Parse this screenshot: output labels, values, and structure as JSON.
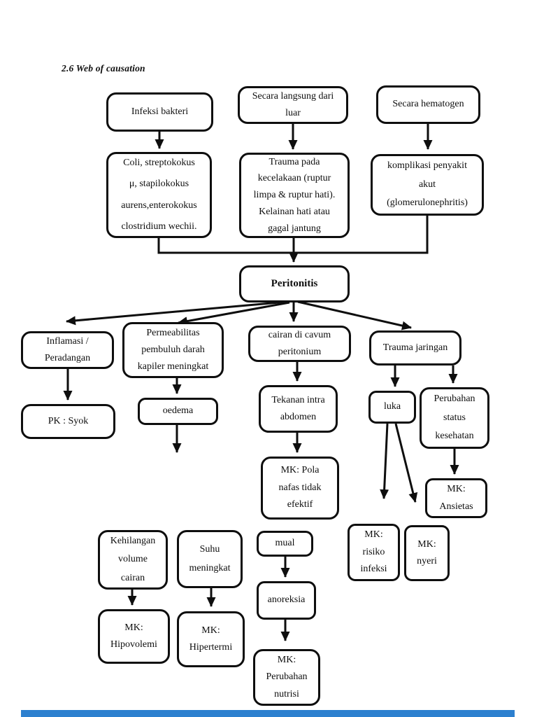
{
  "page": {
    "section_title": "2.6 Web of causation",
    "accent_bar_color": "#2d80cf",
    "line_color": "#0e0e0e",
    "background_color": "#ffffff"
  },
  "nodes": {
    "infeksi_bakteri": "Infeksi bakteri",
    "secara_langsung": "Secara langsung dari\nluar",
    "secara_hematogen": "Secara hematogen",
    "bakteri_list": "Coli, streptokokus\nμ, stapilokokus\naurens,enterokokus\nclostridium wechii.",
    "trauma_kecelakaan": "Trauma pada\nkecelakaan (ruptur\nlimpa & ruptur hati).\nKelainan hati atau\ngagal jantung",
    "komplikasi_penyakit": "komplikasi penyakit\nakut\n(glomerulonephritis)",
    "peritonitis": "Peritonitis",
    "inflamasi": "Inflamasi /\nPeradangan",
    "permeabilitas": "Permeabilitas\npembuluh darah\nkapiler meningkat",
    "cairan_cavum": "cairan di cavum\nperitonium",
    "trauma_jaringan": "Trauma jaringan",
    "pk_syok": "PK : Syok",
    "oedema": "oedema",
    "tekanan_intra": "Tekanan intra\nabdomen",
    "mk_pola_nafas": "MK: Pola\nnafas tidak\nefektif",
    "luka": "luka",
    "perubahan_status": "Perubahan\nstatus\nkesehatan",
    "mk_ansietas": "MK:\nAnsietas",
    "mk_risiko_infeksi": "MK:\nrisiko\ninfeksi",
    "mk_nyeri": "MK:\nnyeri",
    "kehilangan_volume": "Kehilangan\nvolume\ncairan",
    "suhu_meningkat": "Suhu\nmeningkat",
    "mual": "mual",
    "anoreksia": "anoreksia",
    "mk_hipovolemi": "MK:\nHipovolemi",
    "mk_hipertermi": "MK:\nHipertermi",
    "mk_perubahan_nutrisi": "MK:\nPerubahan\nnutrisi"
  }
}
